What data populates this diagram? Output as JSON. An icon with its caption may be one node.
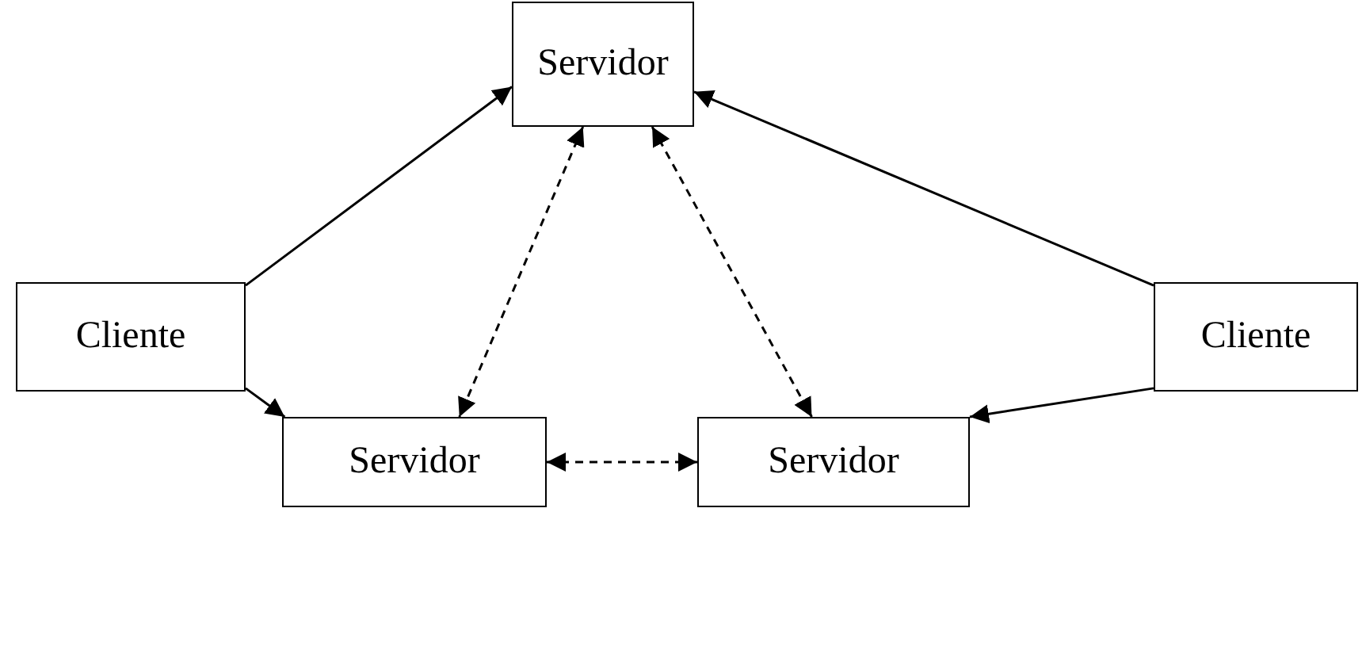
{
  "diagram": {
    "nodes": [
      {
        "text": [
          "Servidor"
        ]
      },
      {
        "text": [
          "Cliente"
        ]
      },
      {
        "text": [
          "Cliente"
        ]
      },
      {
        "text": [
          "Servidor"
        ]
      },
      {
        "text": [
          "Servidor"
        ]
      }
    ],
    "edges": [
      {
        "from": 1,
        "to": 0,
        "arrow": "to"
      },
      {
        "from": 1,
        "to": 3,
        "arrow": "to"
      },
      {
        "from": 2,
        "to": 0,
        "arrow": "to"
      },
      {
        "from": 2,
        "to": 4,
        "arrow": "to"
      },
      {
        "from": 0,
        "to": 3,
        "arrow": "both",
        "style": "dashed"
      },
      {
        "from": 0,
        "to": 4,
        "arrow": "both",
        "style": "dashed"
      },
      {
        "from": 3,
        "to": 4,
        "arrow": "both",
        "style": "dashed"
      }
    ]
  }
}
